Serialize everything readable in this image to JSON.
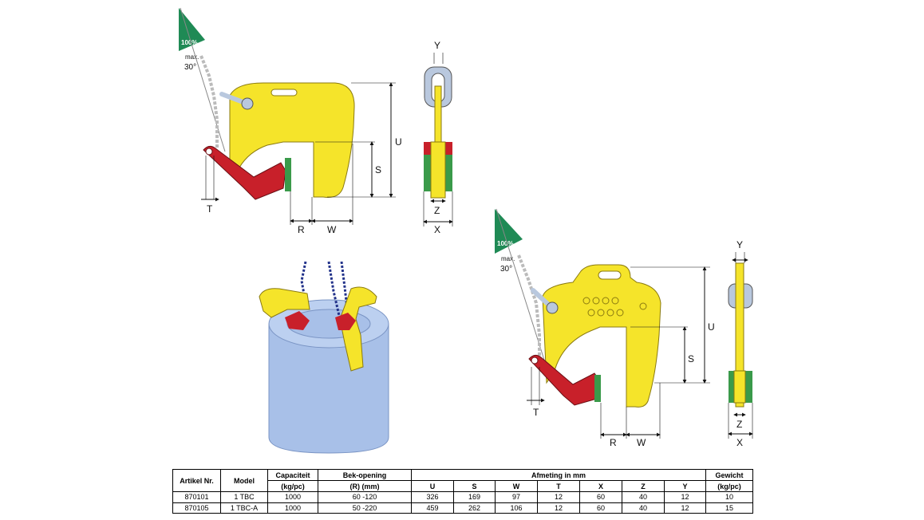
{
  "figure": {
    "load_percent": "100%",
    "max_label": "max.",
    "max_angle": "30°",
    "dim_labels": {
      "U": "U",
      "S": "S",
      "R": "R",
      "W": "W",
      "T": "T",
      "X": "X",
      "Y": "Y",
      "Z": "Z"
    }
  },
  "colors": {
    "clamp_yellow": "#f5e42a",
    "jaw_red": "#c8202a",
    "pad_green": "#3a9a4a",
    "flag_green": "#1f8a55",
    "shackle_blue": "#b9c8de",
    "cylinder_blue": "#a8c0e8",
    "chain_blue": "#22328a"
  },
  "table": {
    "header": {
      "artikel": "Artikel Nr.",
      "model": "Model",
      "capaciteit_1": "Capaciteit",
      "capaciteit_2": "(kg/pc)",
      "bek_1": "Bek-opening",
      "bek_2": "(R) (mm)",
      "afmeting": "Afmeting in mm",
      "gewicht_1": "Gewicht",
      "gewicht_2": "(kg/pc)",
      "sub": [
        "U",
        "S",
        "W",
        "T",
        "X",
        "Z",
        "Y"
      ]
    },
    "rows": [
      {
        "artikel": "870101",
        "model": "1 TBC",
        "capaciteit": "1000",
        "bek": "60 -120",
        "U": "326",
        "S": "169",
        "W": "97",
        "T": "12",
        "X": "60",
        "Z": "40",
        "Y": "12",
        "gewicht": "10"
      },
      {
        "artikel": "870105",
        "model": "1 TBC-A",
        "capaciteit": "1000",
        "bek": "50 -220",
        "U": "459",
        "S": "262",
        "W": "106",
        "T": "12",
        "X": "60",
        "Z": "40",
        "Y": "12",
        "gewicht": "15"
      }
    ]
  }
}
